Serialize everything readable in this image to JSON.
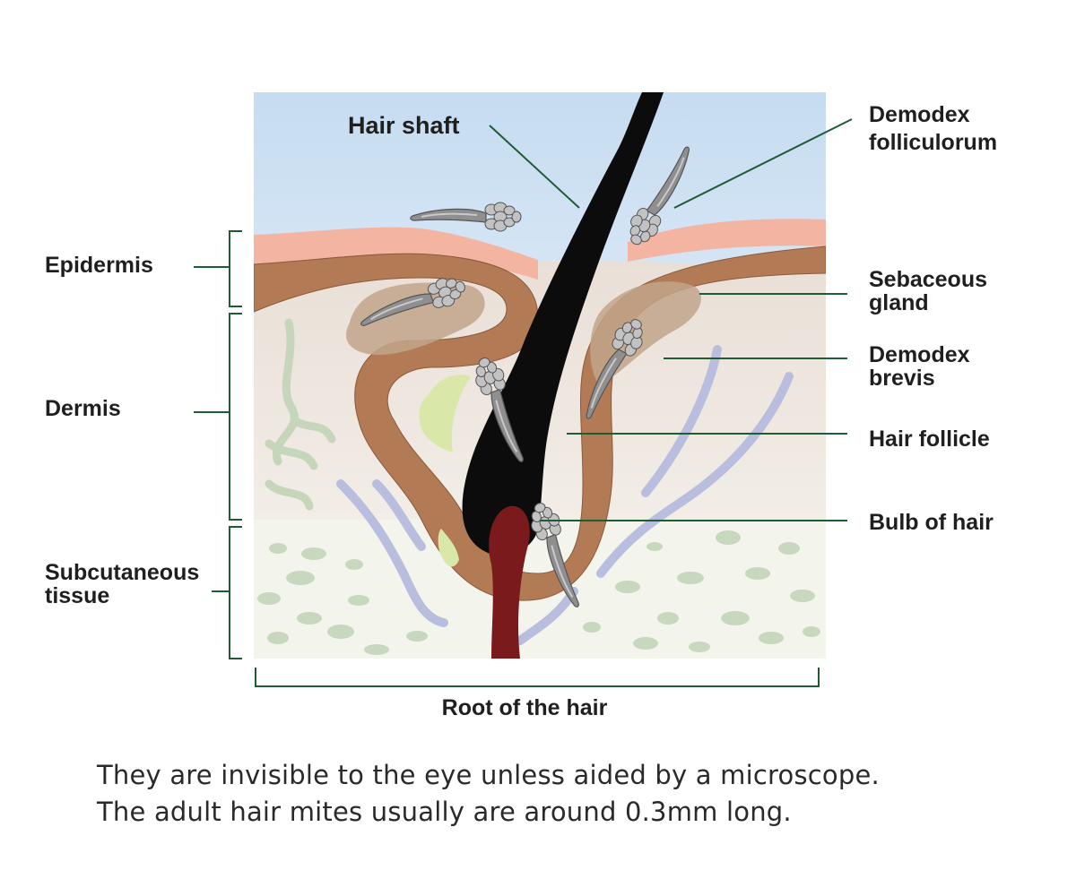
{
  "labels": {
    "hair_shaft": "Hair shaft",
    "demodex_folliculorum": [
      "Demodex",
      "folliculorum"
    ],
    "sebaceous_gland": [
      "Sebaceous",
      "gland"
    ],
    "demodex_brevis": [
      "Demodex",
      "brevis"
    ],
    "hair_follicle": "Hair follicle",
    "bulb_of_hair": "Bulb of hair",
    "epidermis": "Epidermis",
    "dermis": "Dermis",
    "subcutaneous_tissue": [
      "Subcutaneous",
      "tissue"
    ],
    "root_of_the_hair": "Root of the hair"
  },
  "caption": {
    "line1": "They are invisible to the eye unless aided by a microscope.",
    "line2": "The adult hair mites usually are around 0.3mm long."
  },
  "colors": {
    "leader_line": "#1e5c34",
    "hair": "#0c0c0c",
    "follicle": "#b27a55",
    "epidermis_top": "#f3b4a2",
    "sky_top": "#c6dcf1",
    "bulb": "#7a1a1d",
    "mite": "#8f8f8f"
  }
}
